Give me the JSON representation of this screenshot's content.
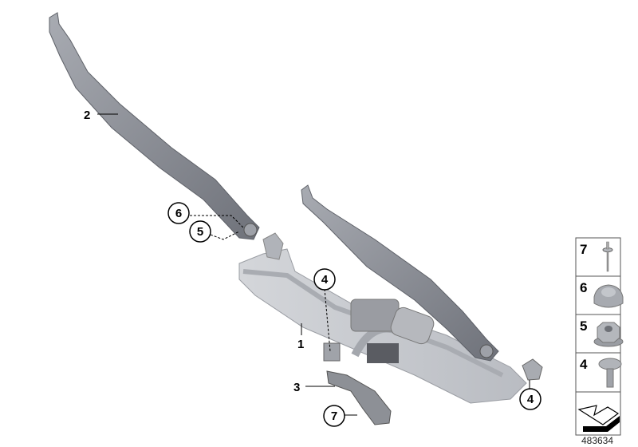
{
  "diagram_number": "483634",
  "callouts": [
    {
      "label": "2",
      "circled": false
    },
    {
      "label": "6",
      "circled": true
    },
    {
      "label": "5",
      "circled": true
    },
    {
      "label": "4",
      "circled": true
    },
    {
      "label": "1",
      "circled": false
    },
    {
      "label": "3",
      "circled": false
    },
    {
      "label": "7",
      "circled": true
    },
    {
      "label": "4",
      "circled": true
    }
  ],
  "legend": [
    {
      "label": "7",
      "icon": "rivet-icon"
    },
    {
      "label": "6",
      "icon": "cap-nut-icon"
    },
    {
      "label": "5",
      "icon": "hex-nut-icon"
    },
    {
      "label": "4",
      "icon": "screw-icon"
    },
    {
      "label": "",
      "icon": "direction-arrow-icon"
    }
  ],
  "colors": {
    "part": "#8a8d94",
    "part_light": "#c9cbd0",
    "line": "#000000"
  }
}
